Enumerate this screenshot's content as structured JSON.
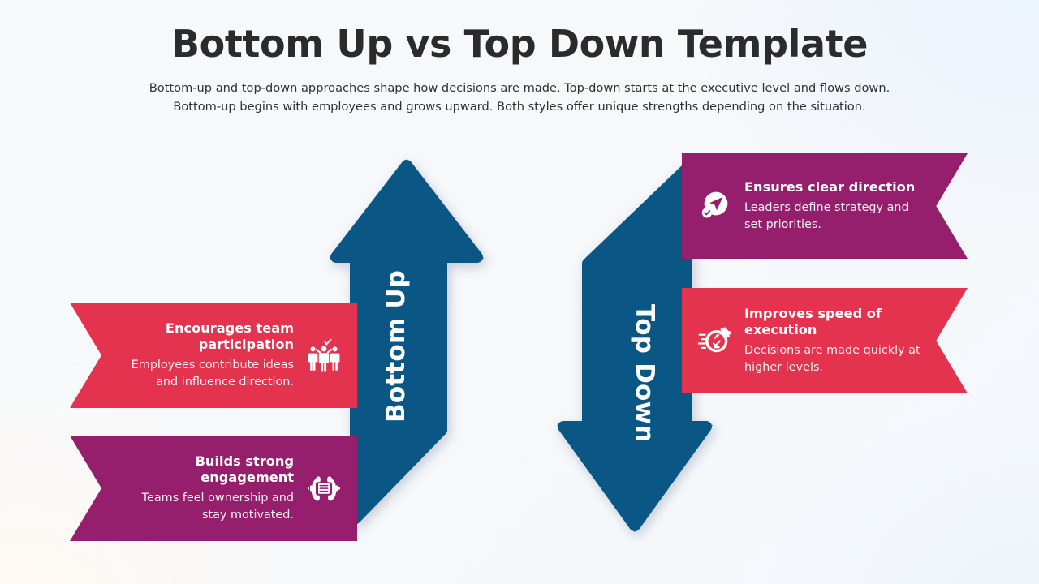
{
  "header": {
    "title": "Bottom Up vs Top Down Template",
    "subtitle": "Bottom-up and top-down approaches shape how decisions are made. Top-down starts at the executive level and flows down. Bottom-up begins with employees and grows upward. Both styles offer unique strengths depending on the situation."
  },
  "colors": {
    "blue": "#0A5684",
    "red": "#E3334E",
    "magenta": "#951F6D",
    "title_text": "#2B2B2B",
    "body_text": "#2F3033",
    "ribbon_text": "#FFFFFF"
  },
  "arrows": {
    "up": {
      "label": "Bottom Up",
      "direction": "up",
      "icon": "arrow-up-shape"
    },
    "down": {
      "label": "Top Down",
      "direction": "down",
      "icon": "arrow-down-shape"
    }
  },
  "left_ribbons": [
    {
      "title": "Encourages team participation",
      "desc": "Employees contribute ideas and influence direction.",
      "color": "#E3334E",
      "icon": "team-participation-icon"
    },
    {
      "title": "Builds strong engagement",
      "desc": "Teams feel ownership and stay motivated.",
      "color": "#951F6D",
      "icon": "handshake-engagement-icon"
    }
  ],
  "right_ribbons": [
    {
      "title": "Ensures clear direction",
      "desc": "Leaders define strategy and set priorities.",
      "color": "#951F6D",
      "icon": "navigation-check-icon"
    },
    {
      "title": "Improves speed of execution",
      "desc": "Decisions are made quickly at higher levels.",
      "color": "#E3334E",
      "icon": "speedometer-gear-icon"
    }
  ]
}
